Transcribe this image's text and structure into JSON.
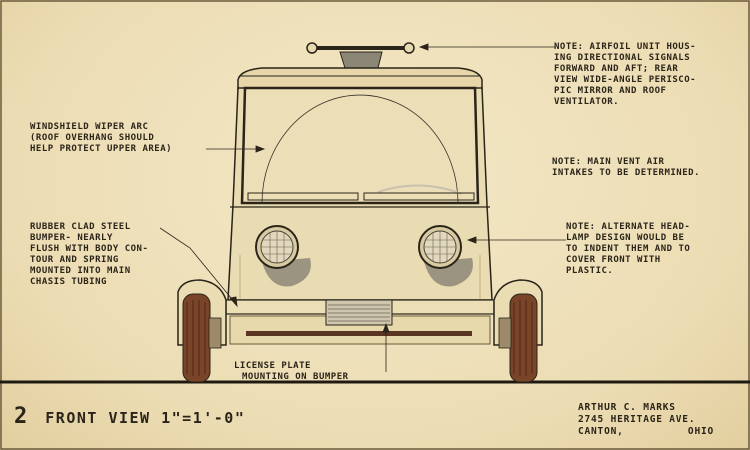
{
  "drawing": {
    "title_number": "2",
    "title_text": "FRONT VIEW 1\"=1'-0\""
  },
  "author": {
    "name": "ARTHUR C. MARKS",
    "street": "2745 HERITAGE AVE.",
    "city": "CANTON,",
    "state": "OHIO"
  },
  "notes": {
    "airfoil": [
      "NOTE: AIRFOIL UNIT HOUS-",
      "ING DIRECTIONAL SIGNALS",
      "FORWARD AND AFT; REAR",
      "VIEW WIDE-ANGLE PERISCO-",
      "PIC MIRROR AND ROOF",
      "VENTILATOR."
    ],
    "vent": [
      "NOTE: MAIN VENT AIR",
      "INTAKES TO BE DETERMINED."
    ],
    "headlamp": [
      "NOTE: ALTERNATE HEAD-",
      "LAMP DESIGN WOULD BE",
      "TO INDENT THEM AND TO",
      "COVER FRONT WITH",
      "PLASTIC."
    ],
    "wiper": [
      "WINDSHIELD WIPER ARC",
      "(ROOF OVERHANG SHOULD",
      "HELP PROTECT UPPER AREA)"
    ],
    "bumper": [
      "RUBBER CLAD STEEL",
      "BUMPER- NEARLY",
      "FLUSH WITH BODY CON-",
      "TOUR AND SPRING",
      "MOUNTED INTO MAIN",
      "CHASIS TUBING"
    ],
    "license": [
      "LICENSE PLATE",
      "MOUNTING ON BUMPER"
    ]
  },
  "colors": {
    "paper": "#efe2bd",
    "ink": "#2a2419",
    "rust": "#7a4a2a",
    "marker_gray": "#8a8578"
  }
}
